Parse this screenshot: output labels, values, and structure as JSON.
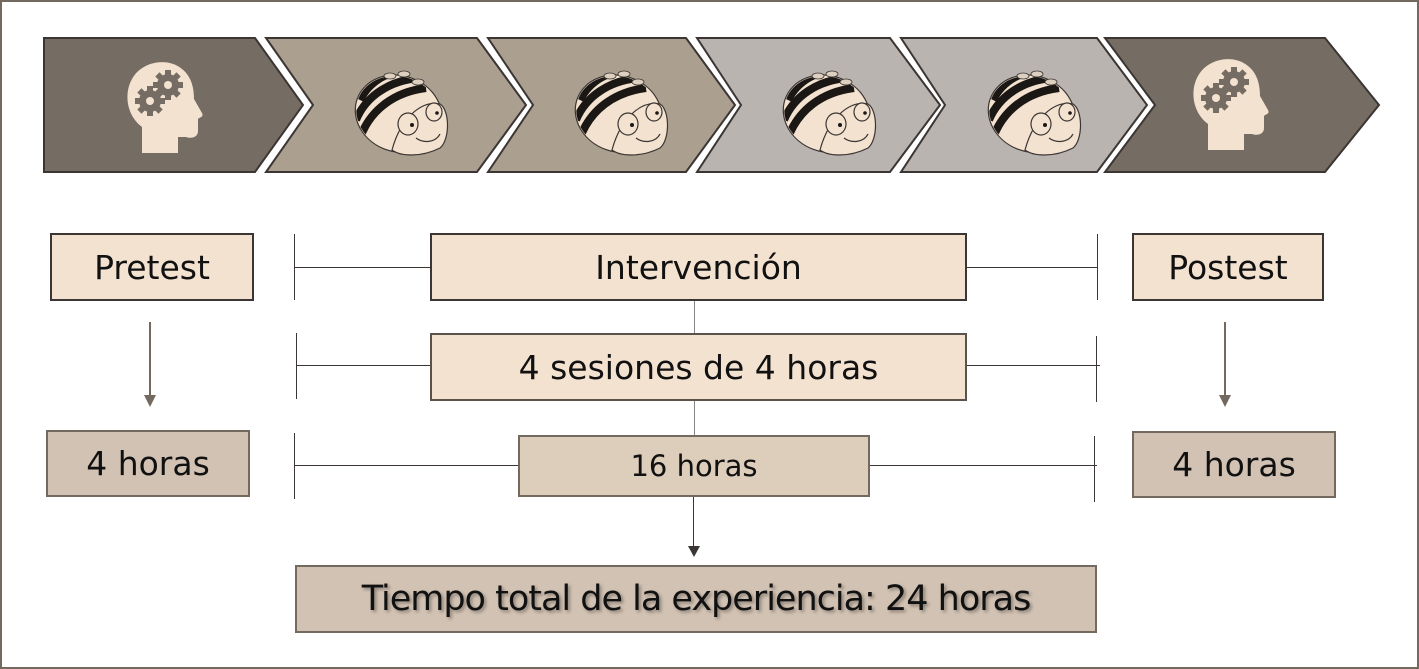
{
  "colors": {
    "chevron_dark": "#756c63",
    "chevron_mid": "#ab9f90",
    "chevron_light": "#b9b4b0",
    "chevron_border": "#3b3633",
    "box_light": "#f4e2d0",
    "box_tan": "#d2c2b3",
    "icon_fill": "#f4e2d0"
  },
  "process": {
    "steps": [
      {
        "icon": "head-gears-icon",
        "phase": "pretest"
      },
      {
        "icon": "bee-bot-robot-icon",
        "phase": "intervention"
      },
      {
        "icon": "bee-bot-robot-icon",
        "phase": "intervention"
      },
      {
        "icon": "bee-bot-robot-icon",
        "phase": "intervention"
      },
      {
        "icon": "bee-bot-robot-icon",
        "phase": "intervention"
      },
      {
        "icon": "head-gears-icon",
        "phase": "postest"
      }
    ]
  },
  "pretest": {
    "label": "Pretest",
    "duration": "4 horas"
  },
  "intervention": {
    "label": "Intervención",
    "sessions": "4 sesiones de 4 horas",
    "duration": "16 horas"
  },
  "postest": {
    "label": "Postest",
    "duration": "4 horas"
  },
  "total": {
    "label": "Tiempo total de la experiencia: 24 horas"
  }
}
